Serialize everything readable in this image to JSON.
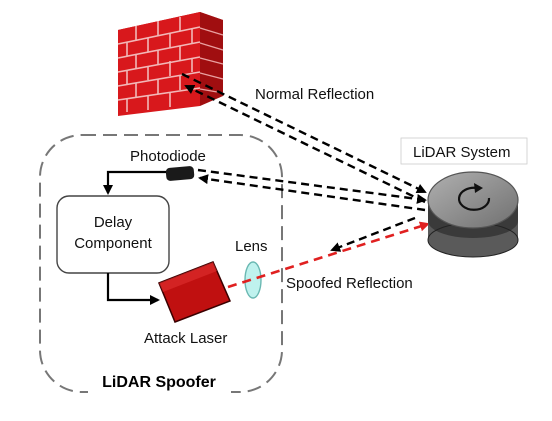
{
  "labels": {
    "normal_reflection": "Normal Reflection",
    "lidar_system": "LiDAR System",
    "photodiode": "Photodiode",
    "delay_line1": "Delay",
    "delay_line2": "Component",
    "lens": "Lens",
    "spoofed_reflection": "Spoofed Reflection",
    "attack_laser": "Attack Laser",
    "lidar_spoofer": "LiDAR Spoofer"
  },
  "colors": {
    "brick_red": "#d8181c",
    "brick_mortar": "#f2b8b8",
    "laser_red": "#c01010",
    "spoofed_beam": "#e02020",
    "lens_cyan": "#bff2ee",
    "lidar_gray": "#8a8a8a",
    "lidar_dark": "#3a3a3a",
    "dash_border": "#777777"
  },
  "icons": {
    "wall": "brick-wall-icon",
    "lidar": "lidar-device-icon",
    "rotation": "rotation-arrow-icon",
    "photodiode": "photodiode-icon",
    "laser": "laser-emitter-icon",
    "lens": "lens-icon"
  }
}
